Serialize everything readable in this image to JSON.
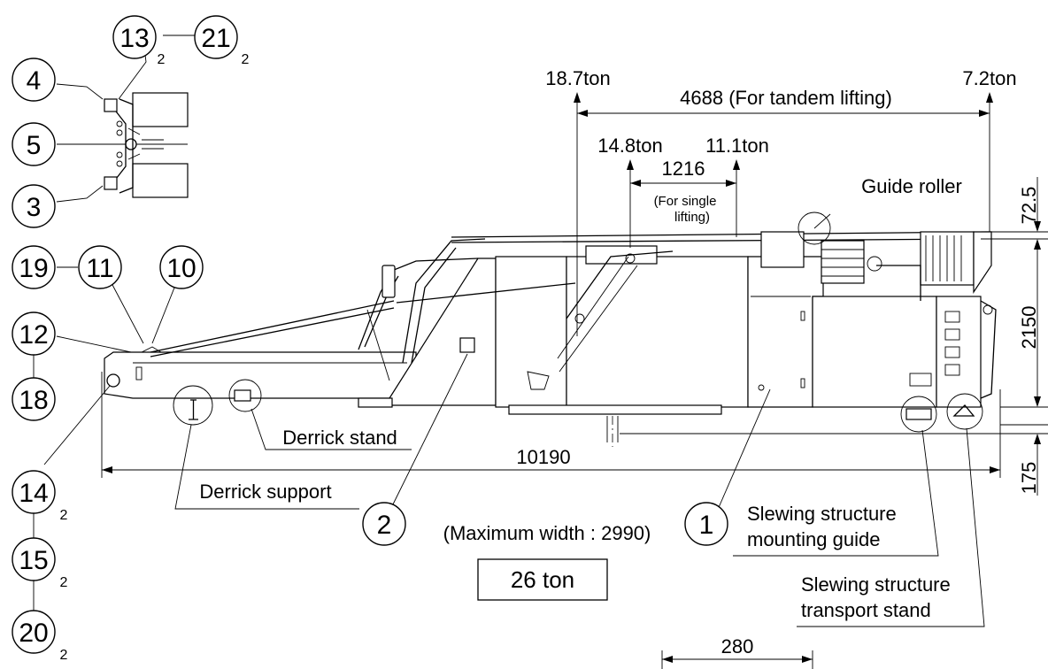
{
  "loads": {
    "front_tandem": "18.7ton",
    "rear_tandem": "7.2ton",
    "front_single": "14.8ton",
    "rear_single": "11.1ton"
  },
  "dimensions": {
    "tandem_span": "4688 (For tandem lifting)",
    "single_span": "1216",
    "single_note_1": "(For single",
    "single_note_2": "lifting)",
    "overall_length": "10190",
    "height_top": "72.5",
    "height_main": "2150",
    "height_bottom": "175",
    "bottom_partial": "280"
  },
  "callouts": {
    "guide_roller": "Guide roller",
    "derrick_stand": "Derrick stand",
    "derrick_support": "Derrick support",
    "mounting_guide_1": "Slewing structure",
    "mounting_guide_2": "mounting guide",
    "transport_stand_1": "Slewing structure",
    "transport_stand_2": "transport stand",
    "max_width": "(Maximum width : 2990)",
    "weight": "26 ton"
  },
  "parts": {
    "p13": "13",
    "p13_qty": "2",
    "p21": "21",
    "p21_qty": "2",
    "p4": "4",
    "p5": "5",
    "p3": "3",
    "p19": "19",
    "p11": "11",
    "p10": "10",
    "p12": "12",
    "p18": "18",
    "p14": "14",
    "p14_qty": "2",
    "p15": "15",
    "p15_qty": "2",
    "p20": "20",
    "p20_qty": "2",
    "p2": "2",
    "p1": "1"
  }
}
